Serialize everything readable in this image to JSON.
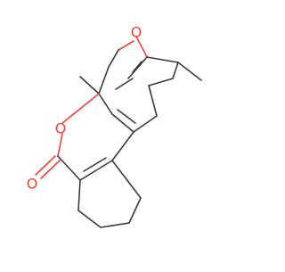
{
  "molecule": {
    "atoms": {
      "furan_oxygen": "O",
      "lactone_ring_oxygen": "O",
      "carbonyl_oxygen": "O"
    },
    "colors": {
      "bond": "#3a3a3a",
      "oxygen": "#e8453c",
      "background": "#ffffff"
    }
  }
}
